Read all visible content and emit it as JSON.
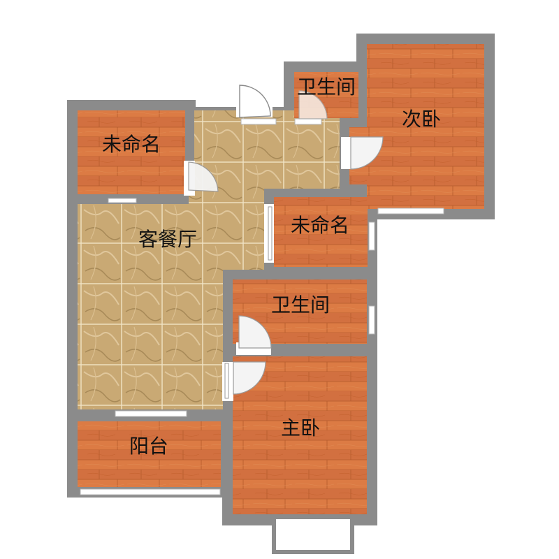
{
  "rooms": {
    "unnamed_top_left": "未命名",
    "living_dining": "客餐厅",
    "bathroom_top": "卫生间",
    "second_bedroom": "次卧",
    "unnamed_center": "未命名",
    "bathroom_center": "卫生间",
    "master_bedroom": "主卧",
    "balcony": "阳台"
  },
  "colors": {
    "wall": "#8b8b8b",
    "wood_floor": "#d7763f",
    "tile_floor": "#c9a974",
    "window": "#ffffff",
    "background": "#ffffff"
  }
}
